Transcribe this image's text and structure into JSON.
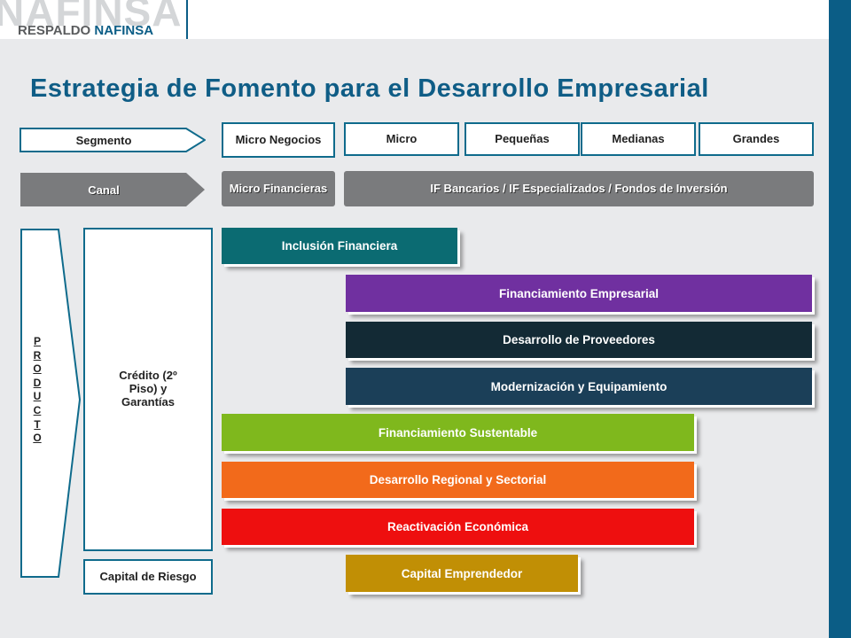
{
  "header": {
    "logo_text": "NAFINSA",
    "tagline_prefix": "RESPALDO ",
    "tagline_brand": "NAFINSA"
  },
  "title": "Estrategia de Fomento para el Desarrollo Empresarial",
  "rows": {
    "segmento": {
      "label": "Segmento",
      "micro_negocios": "Micro Negocios",
      "micro": "Micro",
      "pequenas": "Pequeñas",
      "medianas": "Medianas",
      "grandes": "Grandes"
    },
    "canal": {
      "label": "Canal",
      "micro_financieras": "Micro Financieras",
      "if_text": "IF Bancarios /  IF Especializados / Fondos de Inversión"
    }
  },
  "producto": {
    "label_letters": [
      "P",
      "R",
      "O",
      "D",
      "U",
      "C",
      "T",
      "O"
    ],
    "credito": "Crédito (2º Piso) y Garantías",
    "capital_riesgo": "Capital de Riesgo"
  },
  "programs": [
    {
      "label": "Inclusión Financiera",
      "color": "#0b6b72"
    },
    {
      "label": "Financiamiento Empresarial",
      "color": "#7030a0"
    },
    {
      "label": "Desarrollo de Proveedores",
      "color": "#132a35"
    },
    {
      "label": "Modernización y Equipamiento",
      "color": "#1b3f58"
    },
    {
      "label": "Financiamiento Sustentable",
      "color": "#7fb81d"
    },
    {
      "label": "Desarrollo Regional y Sectorial",
      "color": "#f26a1b"
    },
    {
      "label": "Reactivación Económica",
      "color": "#ee0f0f"
    },
    {
      "label": "Capital Emprendedor",
      "color": "#c18f05"
    }
  ],
  "colors": {
    "accent_blue": "#0b5d86",
    "title_blue": "#0f5d86",
    "canal_gray": "#7a7b7d"
  }
}
